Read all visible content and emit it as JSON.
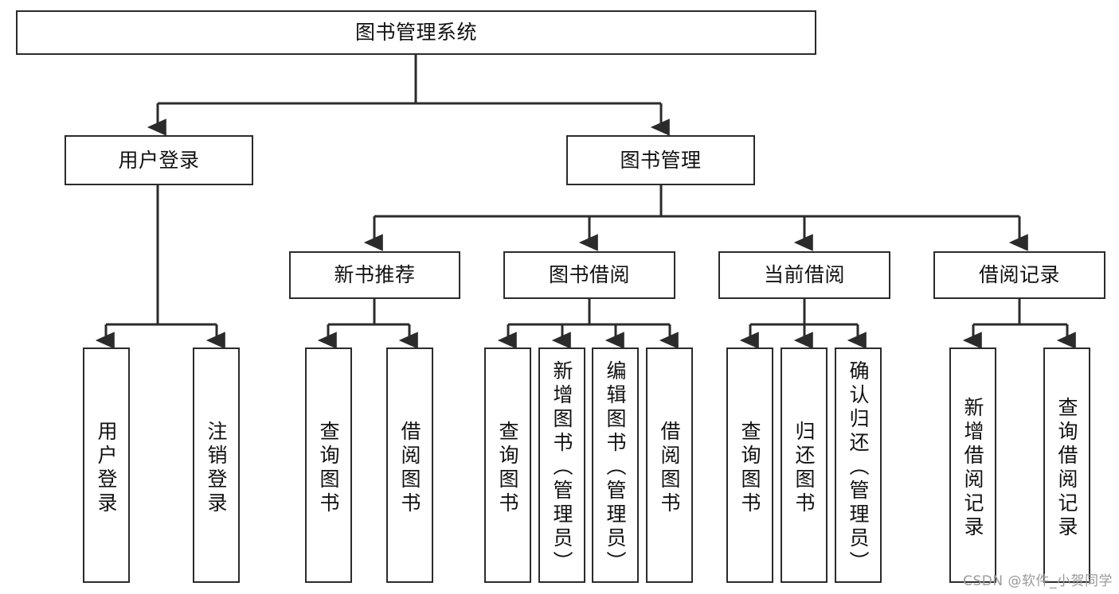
{
  "diagram": {
    "title": "图书管理系统",
    "type": "tree",
    "watermark": "CSDN @软件_小贺同学",
    "line_color": "#2b2b2b",
    "box_fill": "#ffffff",
    "text_color": "#111111",
    "levels": {
      "root": {
        "label": "图书管理系统"
      },
      "level2": [
        {
          "label": "用户登录"
        },
        {
          "label": "图书管理"
        }
      ],
      "level3": [
        {
          "label": "新书推荐"
        },
        {
          "label": "图书借阅"
        },
        {
          "label": "当前借阅"
        },
        {
          "label": "借阅记录"
        }
      ],
      "leaves": [
        {
          "label": "用户登录",
          "parent": "用户登录"
        },
        {
          "label": "注销登录",
          "parent": "用户登录"
        },
        {
          "label": "查询图书",
          "parent": "新书推荐"
        },
        {
          "label": "借阅图书",
          "parent": "新书推荐"
        },
        {
          "label": "查询图书",
          "parent": "图书借阅"
        },
        {
          "label": "新增图书（管理员）",
          "parent": "图书借阅"
        },
        {
          "label": "编辑图书（管理员）",
          "parent": "图书借阅"
        },
        {
          "label": "借阅图书",
          "parent": "图书借阅"
        },
        {
          "label": "查询图书",
          "parent": "当前借阅"
        },
        {
          "label": "归还图书",
          "parent": "当前借阅"
        },
        {
          "label": "确认归还（管理员）",
          "parent": "当前借阅"
        },
        {
          "label": "新增借阅记录",
          "parent": "借阅记录"
        },
        {
          "label": "查询借阅记录",
          "parent": "借阅记录"
        }
      ]
    }
  }
}
